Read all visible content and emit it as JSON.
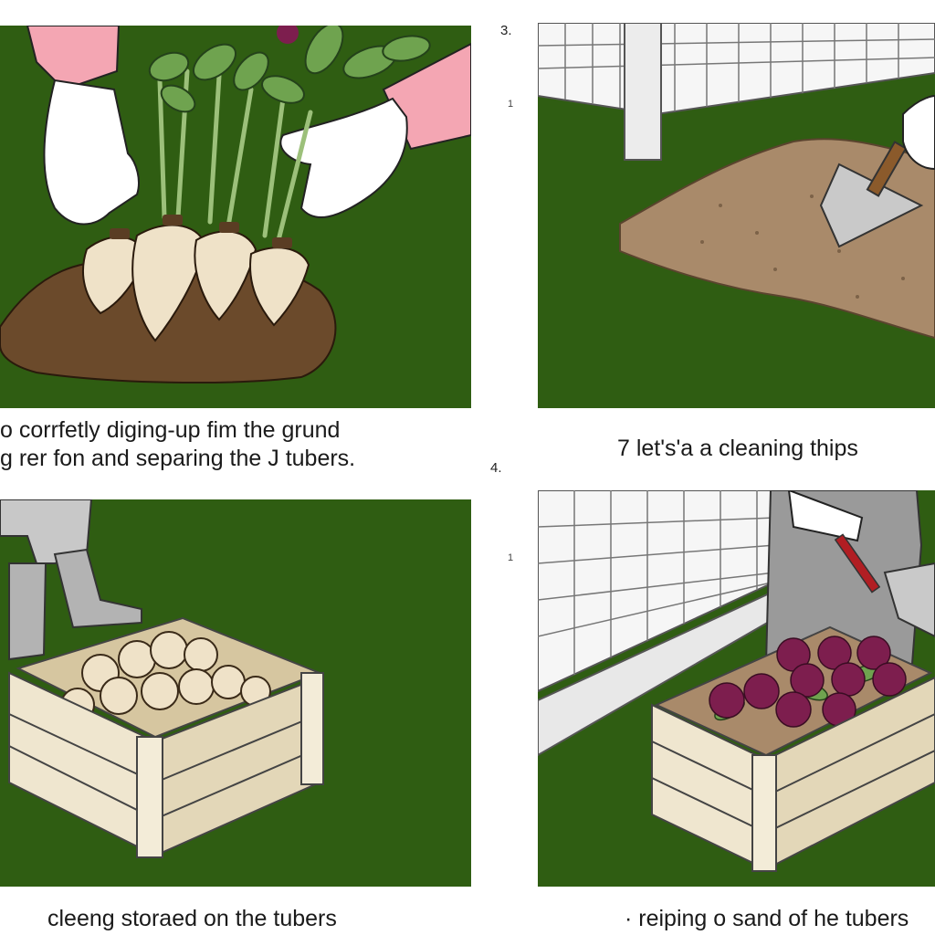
{
  "panels": [
    {
      "caption_lines": [
        "o corrfetly diging-up fim the grund",
        "g rer fon and separing the J tubers."
      ]
    },
    {
      "number": "3.",
      "tick": "1",
      "caption": "7  let's'a  a  cleaning thips"
    },
    {
      "number": "4.",
      "caption": "cleeng storaed on the tubers"
    },
    {
      "tick": "1",
      "caption": "·  reiping o  sand of he tubers"
    }
  ],
  "colors": {
    "grass": "#2f5d12",
    "soil": "#6b4a2b",
    "sand": "#a98a6a",
    "crate": "#efe6cf",
    "glove": "#ffffff",
    "sleeve": "#f4a6b3",
    "dahlia": "#7d1e4e",
    "leaf": "#6fa34f"
  }
}
